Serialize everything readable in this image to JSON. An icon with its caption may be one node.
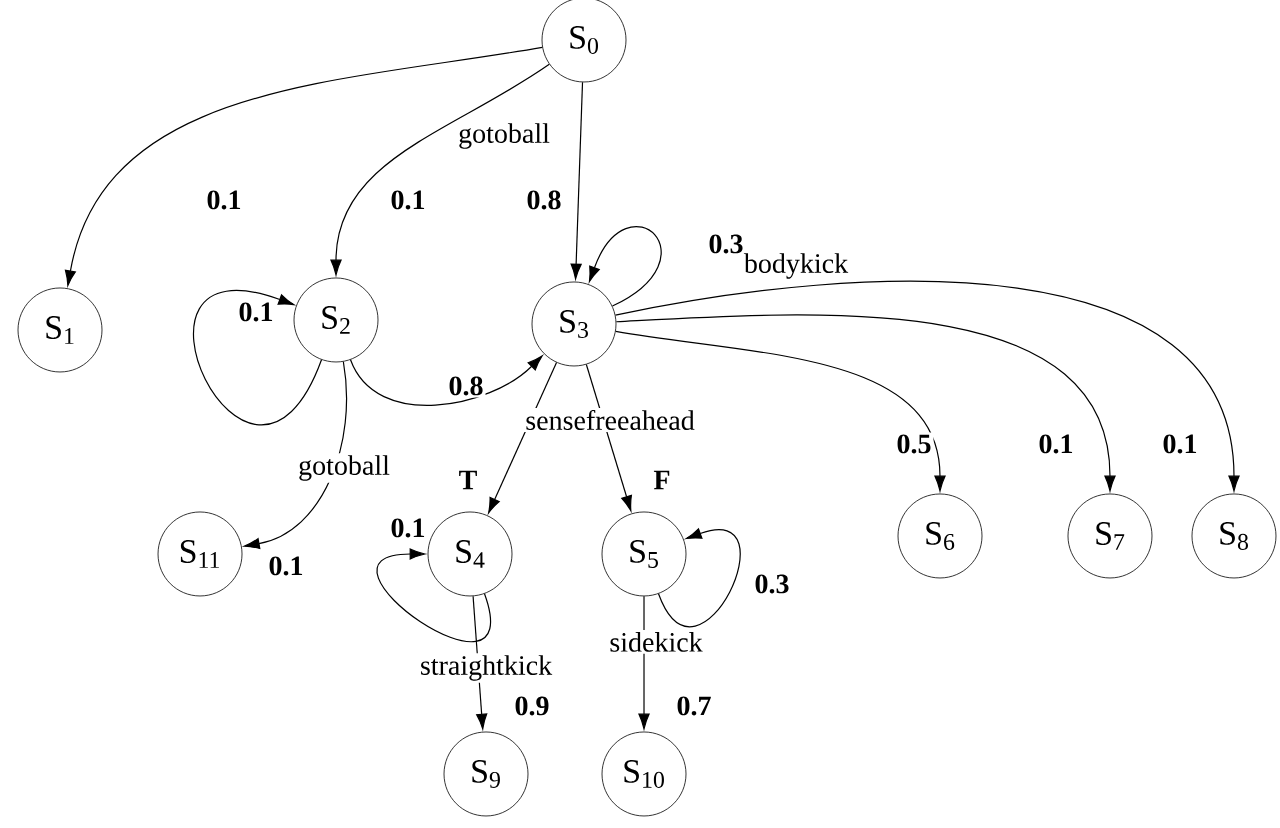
{
  "diagram": {
    "nodes": [
      {
        "text": [
          "S$_{0}$"
        ]
      },
      {
        "text": [
          "S$_{1}$"
        ]
      },
      {
        "text": [
          "S$_{2}$"
        ]
      },
      {
        "text": [
          "S$_{3}$"
        ]
      },
      {
        "text": [
          "S$_{11}$"
        ]
      },
      {
        "text": [
          "S$_{4}$"
        ]
      },
      {
        "text": [
          "S$_{5}$"
        ]
      },
      {
        "text": [
          "S$_{6}$"
        ]
      },
      {
        "text": [
          "S$_{7}$"
        ]
      },
      {
        "text": [
          "S$_{8}$"
        ]
      },
      {
        "text": [
          "S$_{9}$"
        ]
      },
      {
        "text": [
          "S$_{10}$"
        ]
      }
    ],
    "edges": [
      {
        "from": 0,
        "to": 1,
        "arrow": "to",
        "label": "0.1"
      },
      {
        "from": 0,
        "to": 2,
        "arrow": "to",
        "label": "0.1"
      },
      {
        "from": 0,
        "to": 3,
        "arrow": "to",
        "label": "0.8"
      },
      {
        "from": 3,
        "to": 3,
        "arrow": "to",
        "label": "0.3"
      },
      {
        "from": 2,
        "to": 2,
        "arrow": "to",
        "label": "0.1"
      },
      {
        "from": 2,
        "to": 3,
        "arrow": "to",
        "label": "0.8"
      },
      {
        "from": 2,
        "to": 4,
        "arrow": "to",
        "label": "0.1"
      },
      {
        "from": 3,
        "to": 5,
        "arrow": "to",
        "label": "T"
      },
      {
        "from": 3,
        "to": 6,
        "arrow": "to",
        "label": "F"
      },
      {
        "from": 3,
        "to": 7,
        "arrow": "to",
        "label": "0.5"
      },
      {
        "from": 3,
        "to": 8,
        "arrow": "to",
        "label": "0.1"
      },
      {
        "from": 3,
        "to": 9,
        "arrow": "to",
        "label": "0.1"
      },
      {
        "from": 5,
        "to": 5,
        "arrow": "to",
        "label": "0.1"
      },
      {
        "from": 5,
        "to": 10,
        "arrow": "to",
        "label": "0.9"
      },
      {
        "from": 6,
        "to": 6,
        "arrow": "to",
        "label": "0.3"
      },
      {
        "from": 6,
        "to": 11,
        "arrow": "to",
        "label": "0.7"
      }
    ],
    "labels": [
      "gotoball",
      "bodykick",
      "gotoball",
      "sensefreeahead",
      "sidekick",
      "straightkick"
    ]
  }
}
